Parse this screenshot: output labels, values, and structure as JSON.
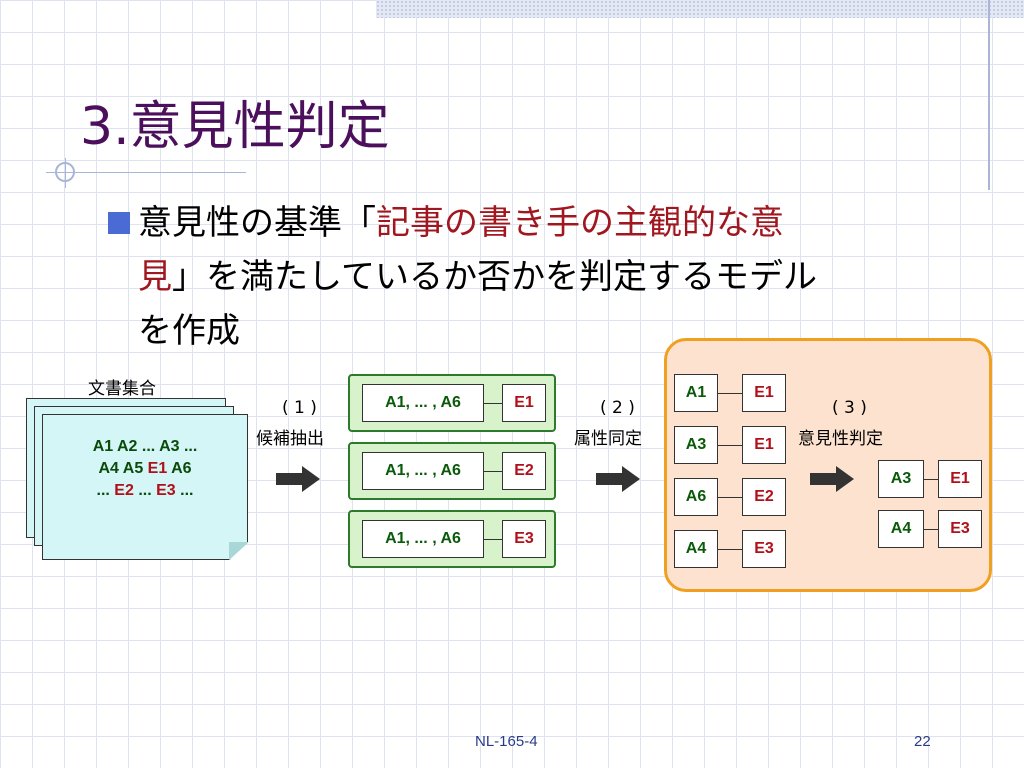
{
  "slide": {
    "title": "3.意見性判定",
    "bullet": {
      "prefix": "意見性の基準「",
      "highlight_line1": "記事の書き手の主観的な意",
      "highlight_line2": "見",
      "suffix_line2": "」を満たしているか否かを判定するモデル",
      "line3": "を作成"
    },
    "footer_center": "NL-165-4",
    "page_number": "22"
  },
  "diagram": {
    "doc_label": "文書集合",
    "doc_lines": [
      [
        "A1 A2 ... A3 ..."
      ],
      [
        "A4  A5  ",
        "E1",
        "  A6"
      ],
      [
        "... ",
        "E2",
        " ... ",
        "E3",
        " ..."
      ]
    ],
    "step1": {
      "num": "( 1 )",
      "name": "候補抽出"
    },
    "step2": {
      "num": "( 2 )",
      "name": "属性同定"
    },
    "step3": {
      "num": "( 3 )",
      "name": "意見性判定"
    },
    "candidates": [
      {
        "attrs": "A1, ... , A6",
        "eval": "E1"
      },
      {
        "attrs": "A1, ... , A6",
        "eval": "E2"
      },
      {
        "attrs": "A1, ... , A6",
        "eval": "E3"
      }
    ],
    "identified": [
      {
        "attr": "A1",
        "eval": "E1"
      },
      {
        "attr": "A3",
        "eval": "E1"
      },
      {
        "attr": "A6",
        "eval": "E2"
      },
      {
        "attr": "A4",
        "eval": "E3"
      }
    ],
    "results": [
      {
        "attr": "A3",
        "eval": "E1"
      },
      {
        "attr": "A4",
        "eval": "E3"
      }
    ]
  },
  "colors": {
    "title": "#4b0f5c",
    "highlight": "#a0171f",
    "bullet": "#4a6ad4",
    "attr_text": "#0a5a0a",
    "eval_text": "#b0101a",
    "panel_fill": "#fde3cf",
    "panel_border": "#f0a020",
    "candidate_fill": "#d8f3cc"
  }
}
